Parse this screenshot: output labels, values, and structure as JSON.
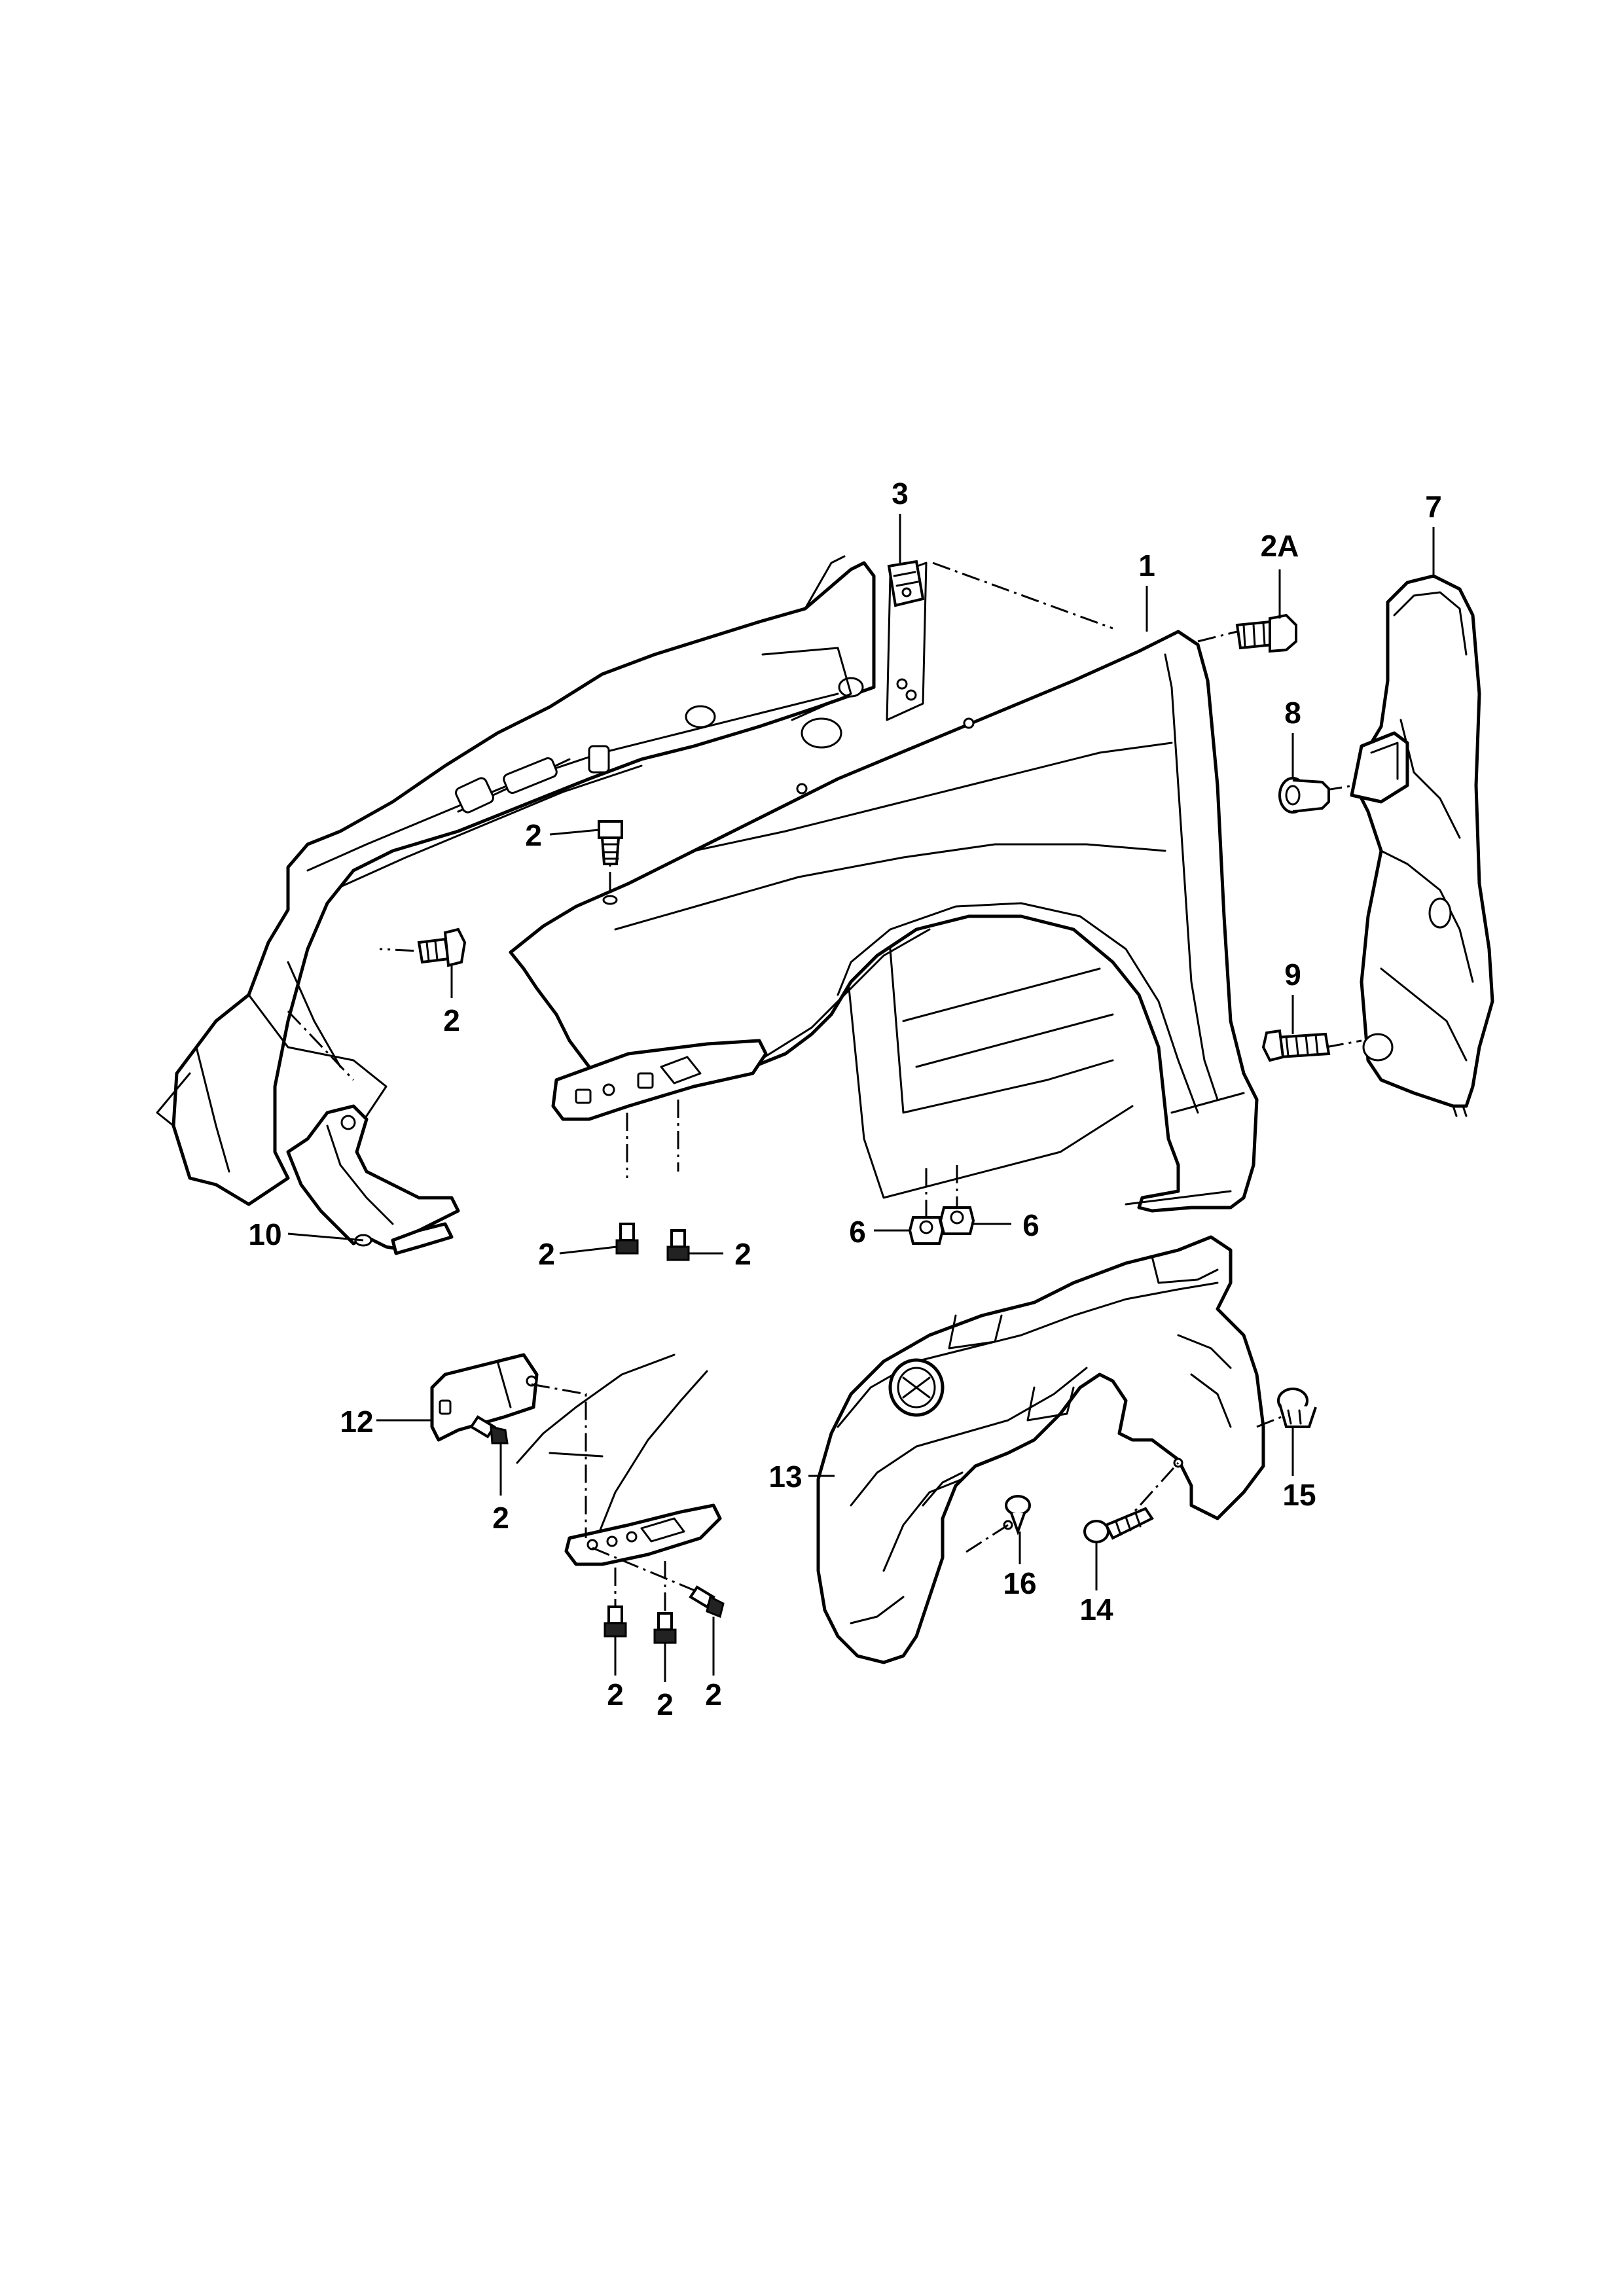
{
  "diagram": {
    "callouts": {
      "c1": "1",
      "c2A": "2A",
      "c3": "3",
      "c7": "7",
      "c8": "8",
      "c9": "9",
      "c2_a": "2",
      "c2_b": "2",
      "c2_c": "2",
      "c2_d": "2",
      "c10": "10",
      "c6_a": "6",
      "c6_b": "6",
      "c12": "12",
      "c2_e": "2",
      "c2_f": "2",
      "c2_g": "2",
      "c2_h": "2",
      "c13": "13",
      "c16": "16",
      "c14": "14",
      "c15": "15"
    }
  }
}
